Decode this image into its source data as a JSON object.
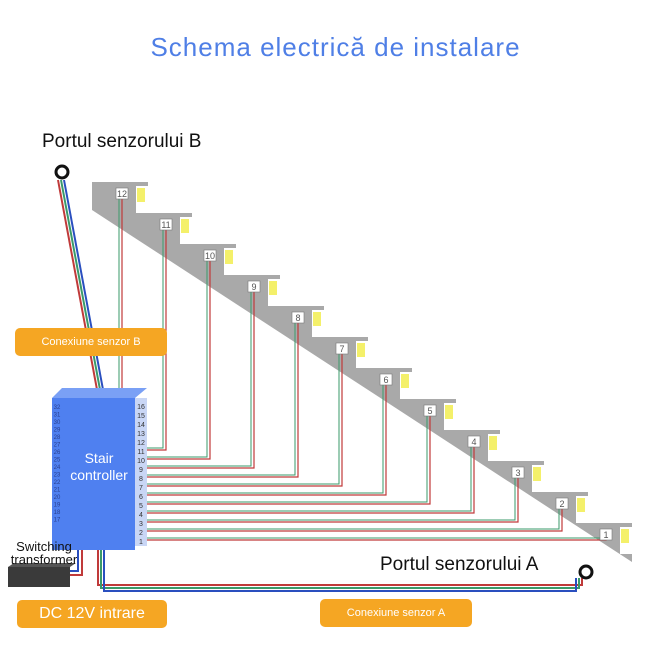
{
  "title": "Schema electrică de instalare",
  "port_b": "Portul senzorului B",
  "port_a": "Portul senzorului A",
  "callout_b": "Conexiune senzor B",
  "callout_a": "Conexiune senzor A",
  "callout_dc": "DC 12V intrare",
  "controller_label": [
    "Stair",
    "controller"
  ],
  "transformer_label": [
    "Switching",
    "transformer"
  ],
  "steps": [
    12,
    11,
    10,
    9,
    8,
    7,
    6,
    5,
    4,
    3,
    2,
    1
  ],
  "right_pins": [
    16,
    15,
    14,
    13,
    12,
    11,
    10,
    9,
    8,
    7,
    6,
    5,
    4,
    3,
    2,
    1
  ],
  "left_pins": [
    32,
    31,
    30,
    29,
    28,
    27,
    26,
    25,
    24,
    23,
    22,
    21,
    20,
    19,
    18,
    17
  ],
  "colors": {
    "accent": "#4f7fe6",
    "callout": "#f5a623",
    "controller": "#4f80f0",
    "stair": "#a9a9a9",
    "led": "#f4f06a"
  }
}
